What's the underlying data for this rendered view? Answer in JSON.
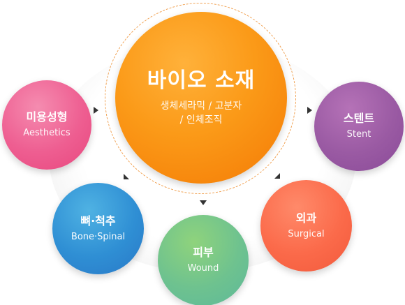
{
  "center": {
    "title": "바이오 소재",
    "line1": "생체세라믹 / 고분자",
    "line2": "/ 인체조직",
    "color": "#f98a0e"
  },
  "nodes": [
    {
      "id": "aesthetics",
      "title": "미용성형",
      "subtitle": "Aesthetics",
      "color": "#ec5b8d"
    },
    {
      "id": "bone-spinal",
      "title": "뼈·척추",
      "subtitle": "Bone·Spinal",
      "color": "#3089d2"
    },
    {
      "id": "wound",
      "title": "피부",
      "subtitle": "Wound",
      "color": "#70c28c"
    },
    {
      "id": "surgical",
      "title": "외과",
      "subtitle": "Surgical",
      "color": "#f96848"
    },
    {
      "id": "stent",
      "title": "스텐트",
      "subtitle": "Stent",
      "color": "#9a5aa3"
    }
  ],
  "icons": {
    "arrow": "triangle-arrow-icon"
  }
}
